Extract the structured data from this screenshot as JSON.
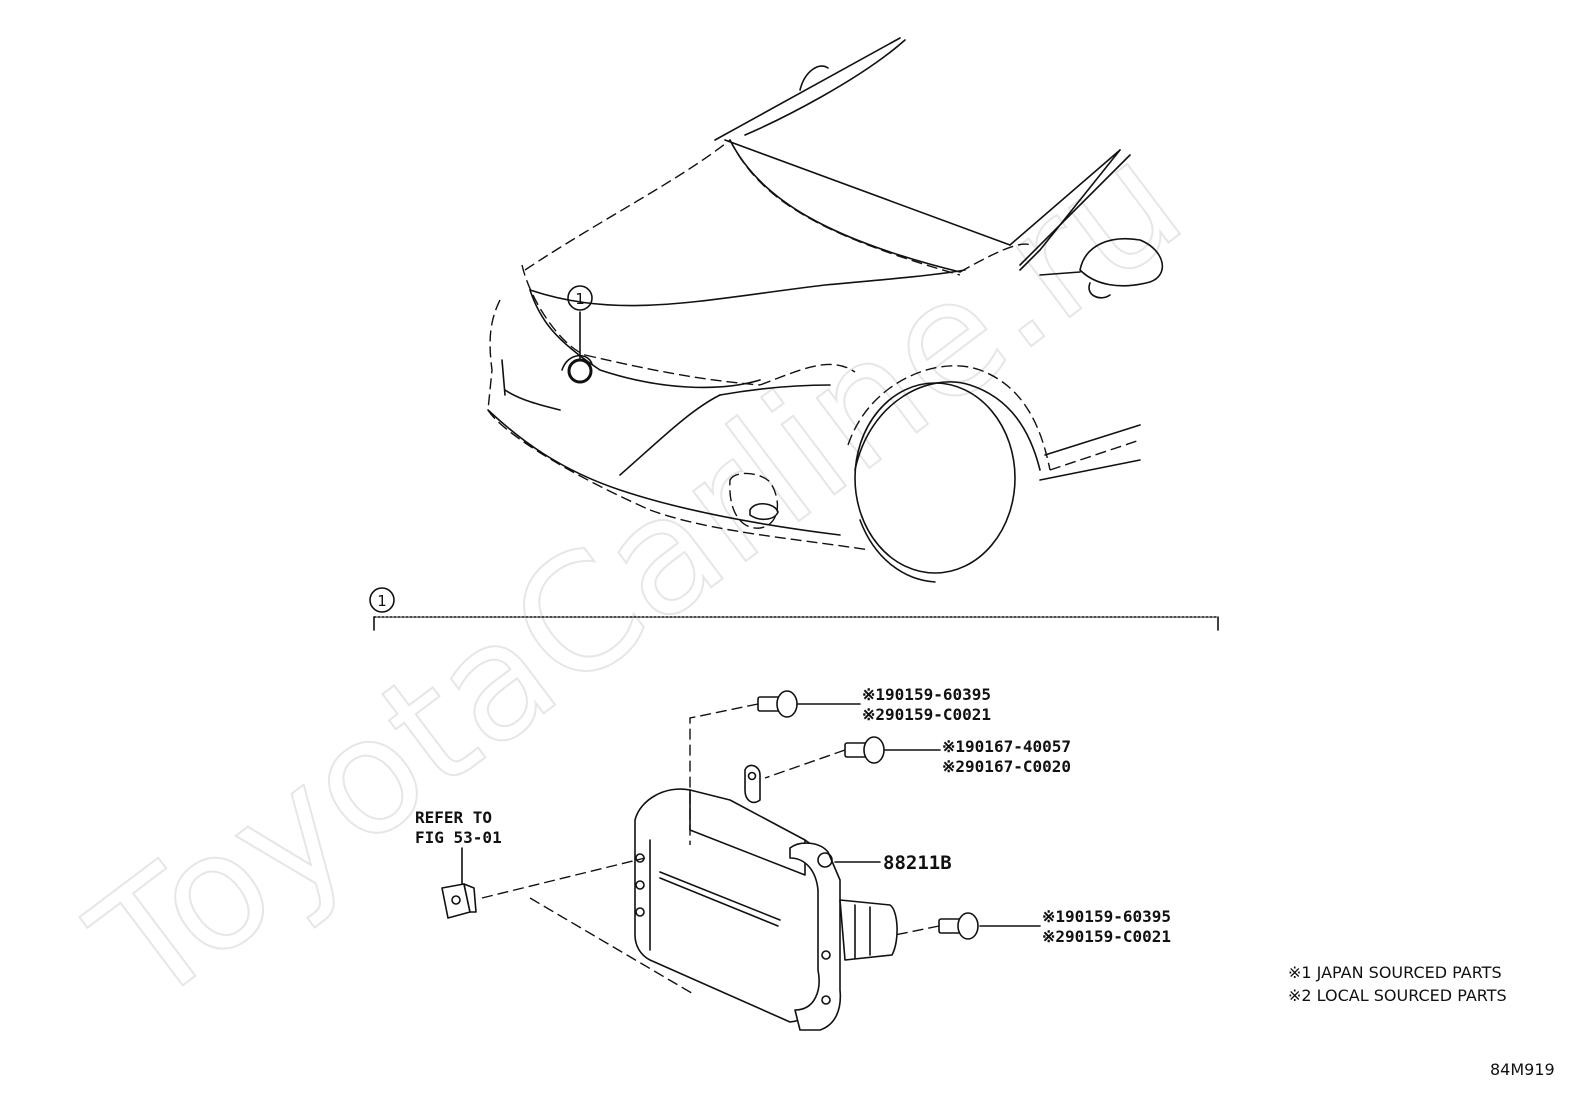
{
  "watermark": "ToyotaCarline.ru",
  "callout_marker": "1",
  "section_marker": "1",
  "refer_to": {
    "line1": "REFER TO",
    "line2": "FIG 53-01"
  },
  "main_part": "88211B",
  "bolt_top": {
    "line1": "※190159-60395",
    "line2": "※290159-C0021"
  },
  "bolt_mid": {
    "line1": "※190167-40057",
    "line2": "※290167-C0020"
  },
  "bolt_bottom": {
    "line1": "※190159-60395",
    "line2": "※290159-C0021"
  },
  "legend": {
    "line1": "※1 JAPAN SOURCED PARTS",
    "line2": "※2 LOCAL SOURCED PARTS"
  },
  "figure_code": "84M919"
}
